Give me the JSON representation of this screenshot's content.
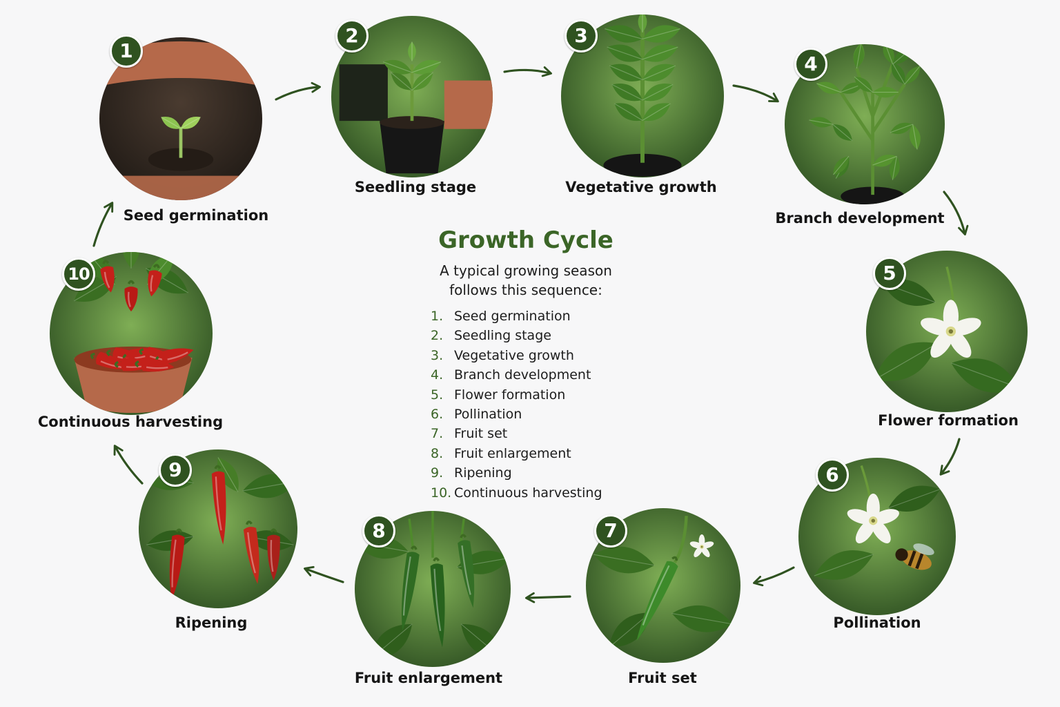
{
  "center": {
    "title": "Growth Cycle",
    "subtitle": "A typical growing season follows this sequence:"
  },
  "colors": {
    "accent": "#2f5220",
    "title": "#3b6527",
    "arrow": "#2f5220",
    "foliage_dark": "#2a4b1f",
    "foliage_light": "#5f9a3a",
    "soil": "#2b221b",
    "pot_terracotta": "#b5694a",
    "pepper_red": "#c4201a",
    "pepper_green": "#2f6b22",
    "flower_white": "#f4f4ee"
  },
  "stages": [
    {
      "number": "1",
      "label": "Seed germination",
      "scene": "sprout-in-soil"
    },
    {
      "number": "2",
      "label": "Seedling stage",
      "scene": "seedling-in-pot"
    },
    {
      "number": "3",
      "label": "Vegetative growth",
      "scene": "leafy-plant"
    },
    {
      "number": "4",
      "label": "Branch development",
      "scene": "bushy-plant"
    },
    {
      "number": "5",
      "label": "Flower formation",
      "scene": "white-flower"
    },
    {
      "number": "6",
      "label": "Pollination",
      "scene": "flower-with-bee"
    },
    {
      "number": "7",
      "label": "Fruit set",
      "scene": "small-green-pepper"
    },
    {
      "number": "8",
      "label": "Fruit enlargement",
      "scene": "large-green-peppers"
    },
    {
      "number": "9",
      "label": "Ripening",
      "scene": "red-peppers"
    },
    {
      "number": "10",
      "label": "Continuous harvesting",
      "scene": "harvest-basket"
    }
  ],
  "sequence": [
    {
      "num": "1.",
      "text": "Seed germination"
    },
    {
      "num": "2.",
      "text": "Seedling stage"
    },
    {
      "num": "3.",
      "text": "Vegetative growth"
    },
    {
      "num": "4.",
      "text": "Branch development"
    },
    {
      "num": "5.",
      "text": "Flower formation"
    },
    {
      "num": "6.",
      "text": "Pollination"
    },
    {
      "num": "7.",
      "text": "Fruit set"
    },
    {
      "num": "8.",
      "text": "Fruit enlargement"
    },
    {
      "num": "9.",
      "text": "Ripening"
    },
    {
      "num": "10.",
      "text": "Continuous harvesting"
    }
  ]
}
